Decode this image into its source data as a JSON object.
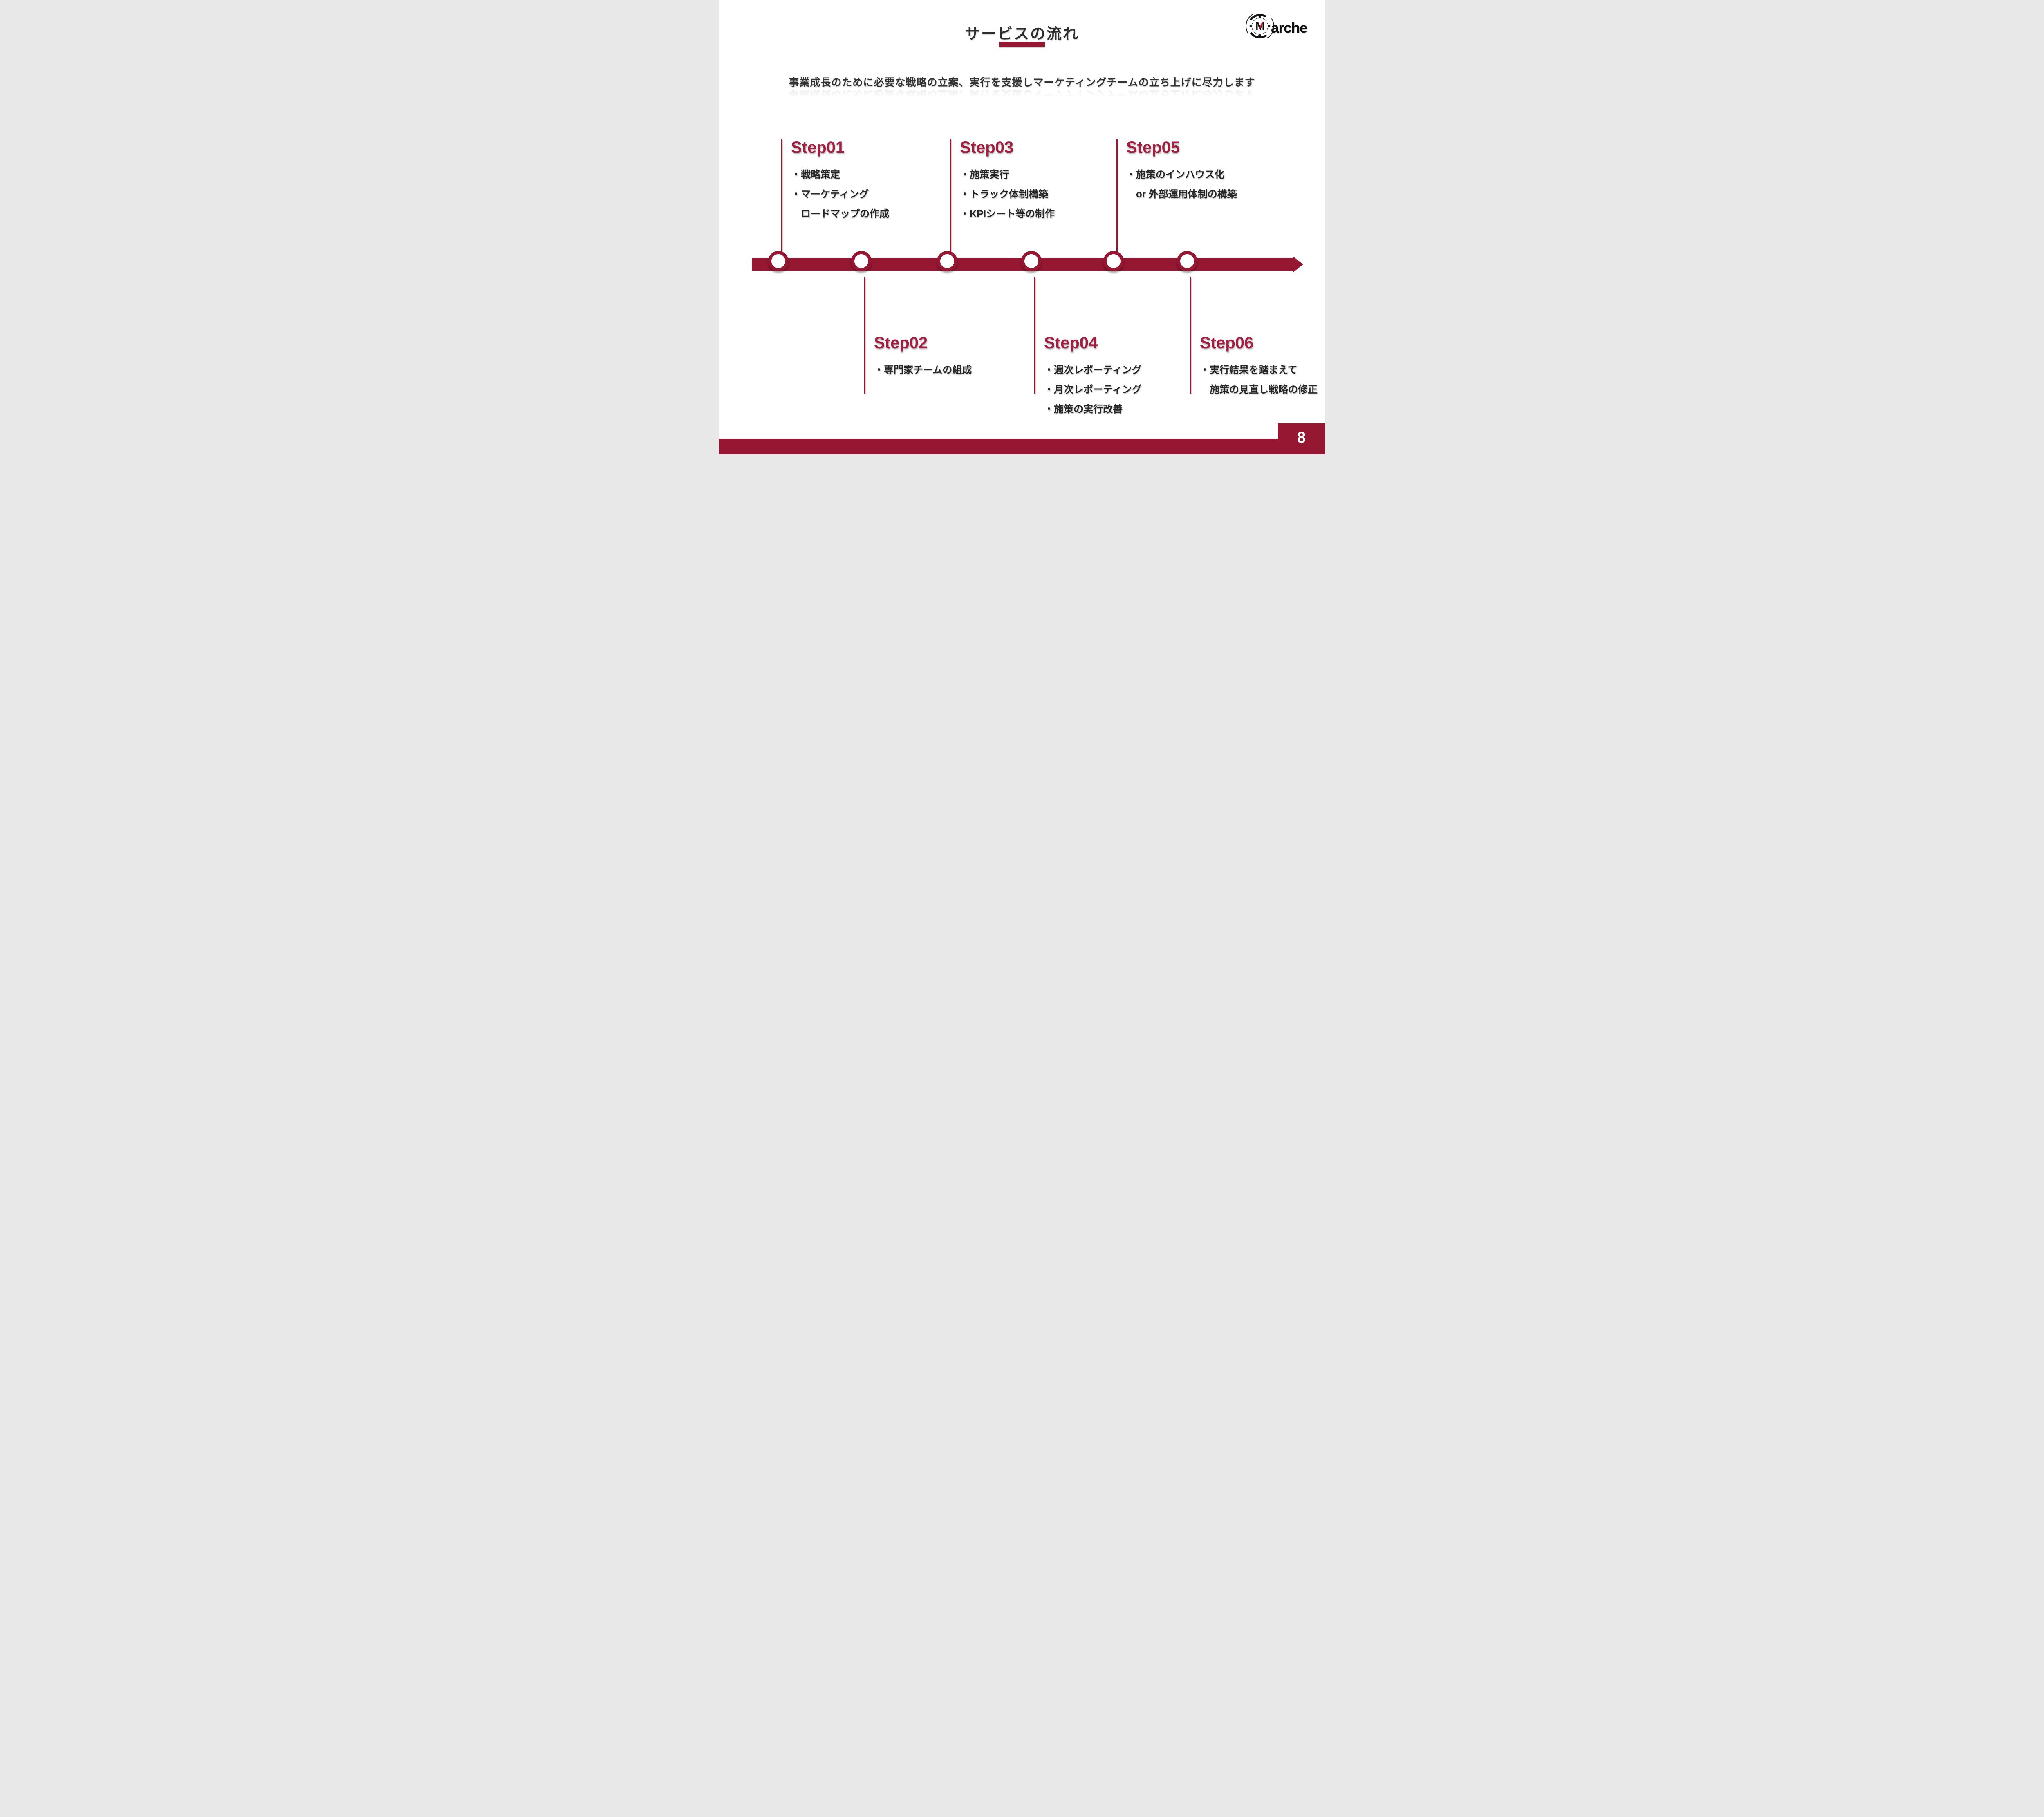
{
  "slide": {
    "title": "サービスの流れ",
    "subtitle": "事業成長のために必要な戦略の立案、実行を支援しマーケティングチームの立ち上げに尽力します",
    "page_number": "8"
  },
  "logo": {
    "initial": "M",
    "rest": "arche"
  },
  "colors": {
    "accent": "#951731",
    "title_accent": "#A21E41",
    "heading_text": "#2D2D2D",
    "body_text": "#262626",
    "logo_slash_red": "#E4202C"
  },
  "timeline": {
    "steps": [
      {
        "label": "Step01",
        "side": "top",
        "lines": [
          "・戦略策定",
          "・マーケティング",
          "　ロードマップの作成"
        ]
      },
      {
        "label": "Step02",
        "side": "bottom",
        "lines": [
          "・専門家チームの組成"
        ]
      },
      {
        "label": "Step03",
        "side": "top",
        "lines": [
          "・施策実行",
          "・トラック体制構築",
          "・KPIシート等の制作"
        ]
      },
      {
        "label": "Step04",
        "side": "bottom",
        "lines": [
          "・週次レポーティング",
          "・月次レポーティング",
          "・施策の実行改善"
        ]
      },
      {
        "label": "Step05",
        "side": "top",
        "lines": [
          "・施策のインハウス化",
          "　or 外部運用体制の構築"
        ]
      },
      {
        "label": "Step06",
        "side": "bottom",
        "lines": [
          "・実行結果を踏まえて",
          "　施策の見直し戦略の修正"
        ]
      }
    ]
  }
}
